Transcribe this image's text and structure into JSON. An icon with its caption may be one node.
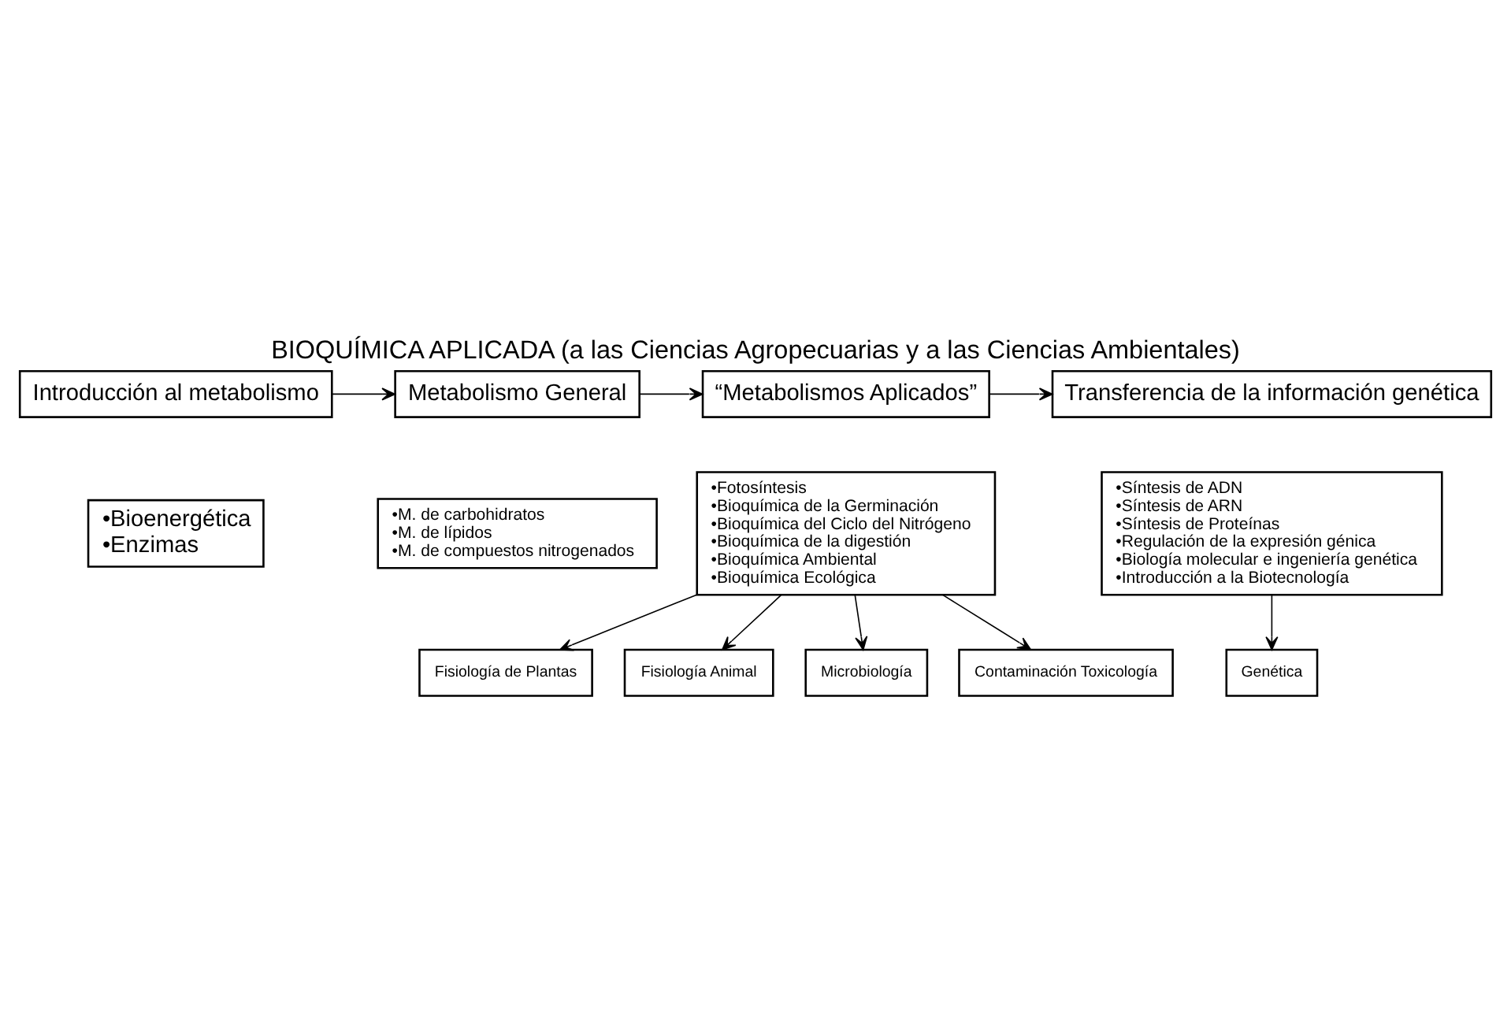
{
  "diagram": {
    "title": "BIOQUÍMICA APLICADA (a las Ciencias Agropecuarias y a las Ciencias Ambientales)",
    "nodes": [
      {
        "text": [
          "Introducción al metabolismo"
        ]
      },
      {
        "text": [
          "Metabolismo General"
        ]
      },
      {
        "text": [
          "“Metabolismos Aplicados”"
        ]
      },
      {
        "text": [
          "Transferencia de la información genética"
        ]
      },
      {
        "text": [
          "•Bioenergética",
          "•Enzimas"
        ]
      },
      {
        "text": [
          "•M. de carbohidratos",
          "•M. de lípidos",
          "•M. de compuestos nitrogenados"
        ]
      },
      {
        "text": [
          "•Fotosíntesis",
          "•Bioquímica de la Germinación",
          "•Bioquímica del Ciclo del Nitrógeno",
          "•Bioquímica de la digestión",
          "•Bioquímica Ambiental",
          "•Bioquímica Ecológica"
        ]
      },
      {
        "text": [
          "•Síntesis de ADN",
          "•Síntesis de ARN",
          "•Síntesis de Proteínas",
          "•Regulación de la expresión génica",
          "•Biología molecular e ingeniería genética",
          "•Introducción a la Biotecnología"
        ]
      },
      {
        "text": [
          "Fisiología de Plantas"
        ]
      },
      {
        "text": [
          "Fisiología Animal"
        ]
      },
      {
        "text": [
          "Microbiología"
        ]
      },
      {
        "text": [
          "Contaminación Toxicología"
        ]
      },
      {
        "text": [
          "Genética"
        ]
      }
    ],
    "edges": [
      {
        "from": 0,
        "to": 1,
        "arrow": "to"
      },
      {
        "from": 1,
        "to": 2,
        "arrow": "to"
      },
      {
        "from": 2,
        "to": 3,
        "arrow": "to"
      },
      {
        "from": 6,
        "to": 8,
        "arrow": "to"
      },
      {
        "from": 6,
        "to": 9,
        "arrow": "to"
      },
      {
        "from": 6,
        "to": 10,
        "arrow": "to"
      },
      {
        "from": 6,
        "to": 11,
        "arrow": "to"
      },
      {
        "from": 7,
        "to": 12,
        "arrow": "to"
      }
    ]
  }
}
